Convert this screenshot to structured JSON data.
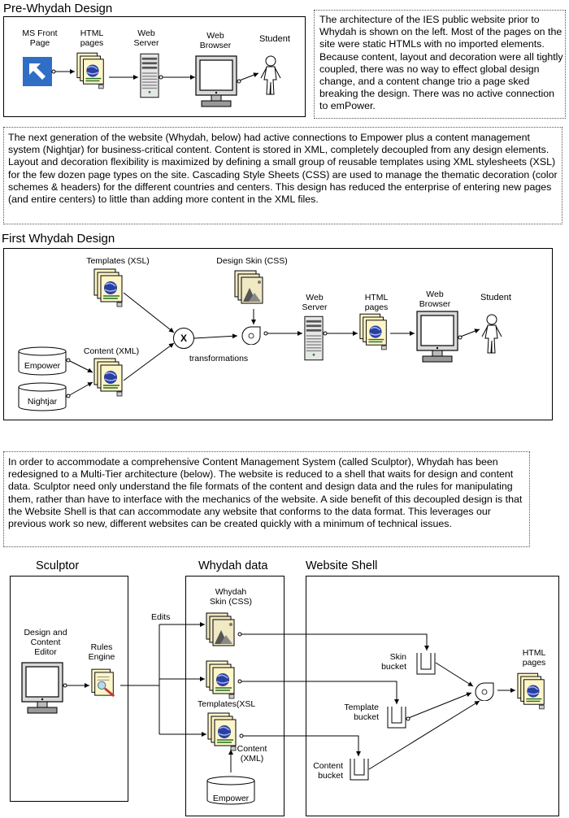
{
  "pre": {
    "title": "Pre-Whydah Design",
    "labels": {
      "ms_front_page": "MS Front\nPage",
      "html_pages": "HTML\npages",
      "web_server": "Web\nServer",
      "web_browser": "Web\nBrowser",
      "student": "Student"
    },
    "note": "The architecture of the IES public website prior to Whydah is shown on the left.  Most of the pages on the site were static HTMLs with no imported elements.  Because content, layout and decoration were all tightly coupled, there was no way to effect global design change, and a content change trio a page sked breaking the design.  There was no active connection to emPower."
  },
  "next_gen": {
    "note": "The next generation of the website (Whydah, below) had active connections to Empower plus a content management system (Nightjar) for business-critical content.  Content is stored in XML, completely decoupled from any design elements.  Layout and decoration flexibility is maximized by defining a small group of reusable templates using XML stylesheets (XSL) for the few dozen page types on the site. Cascading Style Sheets (CSS) are used to manage the thematic decoration (color schemes & headers) for the different countries and centers.  This design has reduced the enterprise of entering new pages (and entire centers) to little than adding more content in the XML files."
  },
  "first": {
    "title": "First Whydah Design",
    "labels": {
      "templates_xsl": "Templates (XSL)",
      "design_skin_css": "Design Skin (CSS)",
      "web_server": "Web\nServer",
      "html_pages": "HTML\npages",
      "web_browser": "Web\nBrowser",
      "student": "Student",
      "content_xml": "Content (XML)",
      "empower": "Empower",
      "nightjar": "Nightjar",
      "x_op": "X",
      "transformations": "transformations"
    }
  },
  "multi_tier": {
    "note": "In order to accommodate a comprehensive Content Management System (called Sculptor), Whydah has been redesigned to a Multi-Tier architecture (below). The website is reduced to a shell that waits for design and content data.  Sculptor need only understand the file formats of the content and design data and the rules for manipulating them, rather than have to interface with the mechanics of the website.  A side benefit of this decoupled design is that the Website Shell is that can accommodate any website that conforms to the data format.  This leverages our previous work so new, different websites can be created quickly with a minimum of technical issues."
  },
  "sculptor": {
    "titles": {
      "sculptor": "Sculptor",
      "whydah_data": "Whydah data",
      "website_shell": "Website Shell"
    },
    "labels": {
      "design_editor": "Design and\nContent\nEditor",
      "rules_engine": "Rules\nEngine",
      "edits": "Edits",
      "whydah_skin": "Whydah\nSkin (CSS)",
      "templates": "Templates(XSL",
      "content_xml": "Content\n(XML)",
      "empower": "Empower",
      "skin_bucket": "Skin\nbucket",
      "template_bucket": "Template\nbucket",
      "content_bucket": "Content\nbucket",
      "html_pages": "HTML\npages"
    }
  },
  "colors": {
    "frontpage_blue": "#2f6ec4",
    "globe_blue": "#2a3f9e",
    "page_yellow": "#fff6c8",
    "arrow_black": "#000000"
  }
}
